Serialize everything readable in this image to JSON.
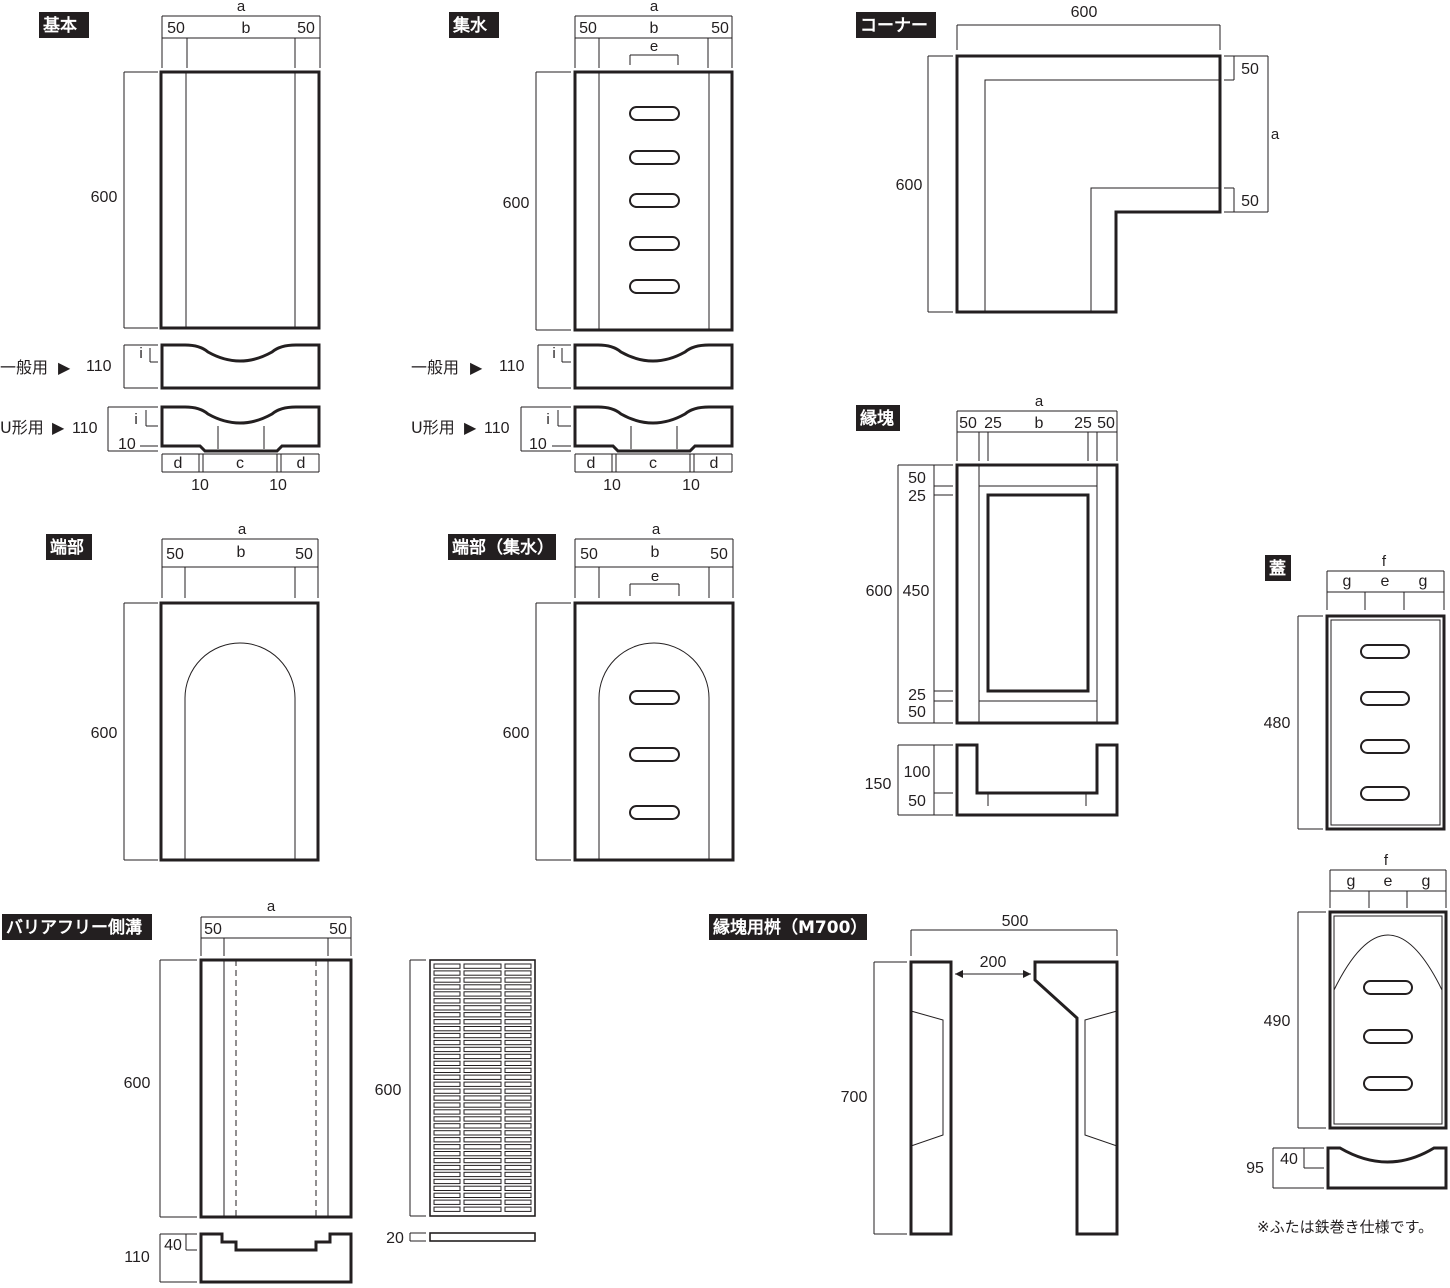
{
  "labels": {
    "kihon": "基本",
    "shusui": "集水",
    "corner": "コーナー",
    "tanbu": "端部",
    "tanbu_shusui": "端部（集水）",
    "enkai": "縁塊",
    "futa": "蓋",
    "barrier_free": "バリアフリー側溝",
    "enkai_masu": "縁塊用桝（M700）"
  },
  "usage": {
    "general": "一般用",
    "u_type": "U形用",
    "arrow": "▶"
  },
  "dims": {
    "a": "a",
    "b": "b",
    "c": "c",
    "d": "d",
    "e": "e",
    "f": "f",
    "g": "g",
    "i": "i",
    "v10": "10",
    "v20": "20",
    "v25": "25",
    "v40": "40",
    "v50": "50",
    "v95": "95",
    "v100": "100",
    "v110": "110",
    "v150": "150",
    "v200": "200",
    "v450": "450",
    "v480": "480",
    "v490": "490",
    "v500": "500",
    "v600": "600",
    "v700": "700"
  },
  "note": "※ふたは鉄巻き仕様です。"
}
